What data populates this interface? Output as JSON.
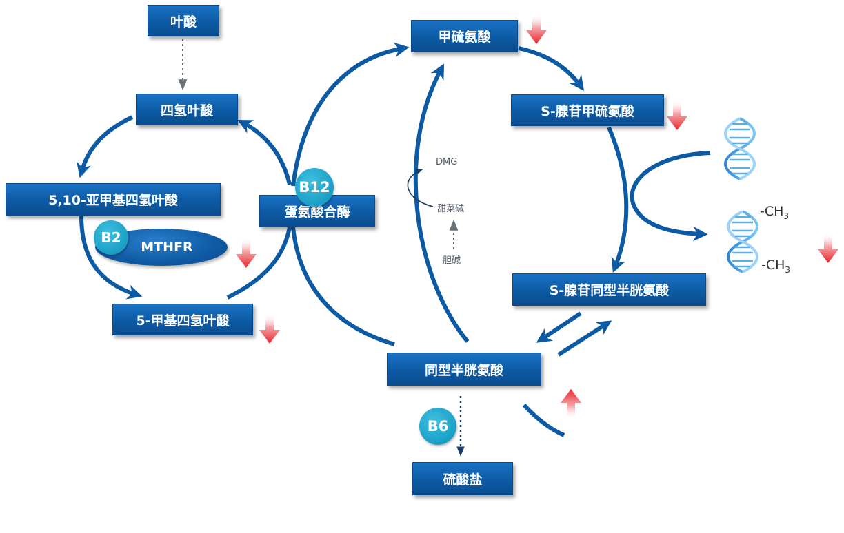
{
  "nodes": {
    "folic_acid": "叶酸",
    "thf": "四氢叶酸",
    "methylene_thf": "5,10-亚甲基四氢叶酸",
    "methyl_thf": "5-甲基四氢叶酸",
    "methionine_synthase": "蛋氨酸合酶",
    "methionine": "甲硫氨酸",
    "sam": "S-腺苷甲硫氨酸",
    "sah": "S-腺苷同型半胱氨酸",
    "homocysteine": "同型半胱氨酸",
    "sulfate": "硫酸盐"
  },
  "enzyme": {
    "label": "MTHFR"
  },
  "badges": {
    "b2": "B2",
    "b12": "B12",
    "b6": "B6"
  },
  "small_labels": {
    "dmg": "DMG",
    "betaine": "甜菜碱",
    "choline": "胆碱"
  },
  "methyl": {
    "group": "-CH",
    "subscript": "3"
  },
  "colors": {
    "node_blue": "#0d5aa4",
    "arrow_blue": "#0d5aa4",
    "badge_teal": "#1fa3c8",
    "indicator_red": "#e8262b"
  },
  "icons": {
    "dna": "dna-helix-icon",
    "down": "red-down-arrow-icon",
    "up": "red-up-arrow-icon"
  }
}
